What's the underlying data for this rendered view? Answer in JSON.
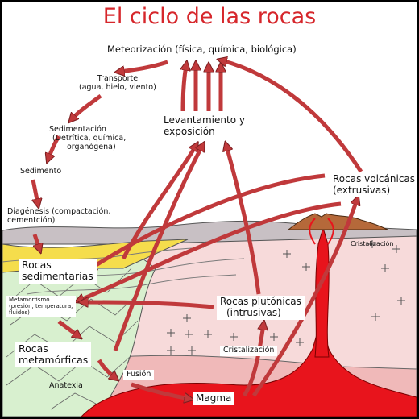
{
  "title": "El ciclo de las rocas",
  "colors": {
    "title": "#d6262b",
    "arrow": "#c0393b",
    "magma": "#e8141c",
    "metamorphic": "#d8f0cf",
    "plutonic": "#f7dada",
    "sedimentary_yellow": "#f5dd4c",
    "surface": "#c8c0c4",
    "volcano": "#b5693a"
  },
  "labels": {
    "meteorizacion": "Meteorización (física, química, biológica)",
    "transporte_1": "Transporte",
    "transporte_2": "(agua, hielo, viento)",
    "sedimentacion_1": "Sedimentación",
    "sedimentacion_2": "(Detrítica, química,",
    "sedimentacion_3": "organógena)",
    "sedimento": "Sedimento",
    "diagenesis_1": "Diagénesis (compactación,",
    "diagenesis_2": "cementción)",
    "levantamiento_1": "Levantamiento y",
    "levantamiento_2": "exposición",
    "rocas_volcanicas_1": "Rocas volcánicas",
    "rocas_volcanicas_2": "(extrusivas)",
    "cristalizacion_volcanica": "Cristalización",
    "rocas_sedimentarias_1": "Rocas",
    "rocas_sedimentarias_2": "sedimentarias",
    "metamorfismo_1": "Metamorfismo",
    "metamorfismo_2": "(presión, temperatura,",
    "metamorfismo_3": "fluidos)",
    "rocas_plutonicas_1": "Rocas plutónicas",
    "rocas_plutonicas_2": "(intrusivas)",
    "cristalizacion_plutonica": "Cristalización",
    "rocas_metamorficas_1": "Rocas",
    "rocas_metamorficas_2": "metamórficas",
    "fusion": "Fusión",
    "anatexia": "Anatexia",
    "magma": "Magma"
  }
}
